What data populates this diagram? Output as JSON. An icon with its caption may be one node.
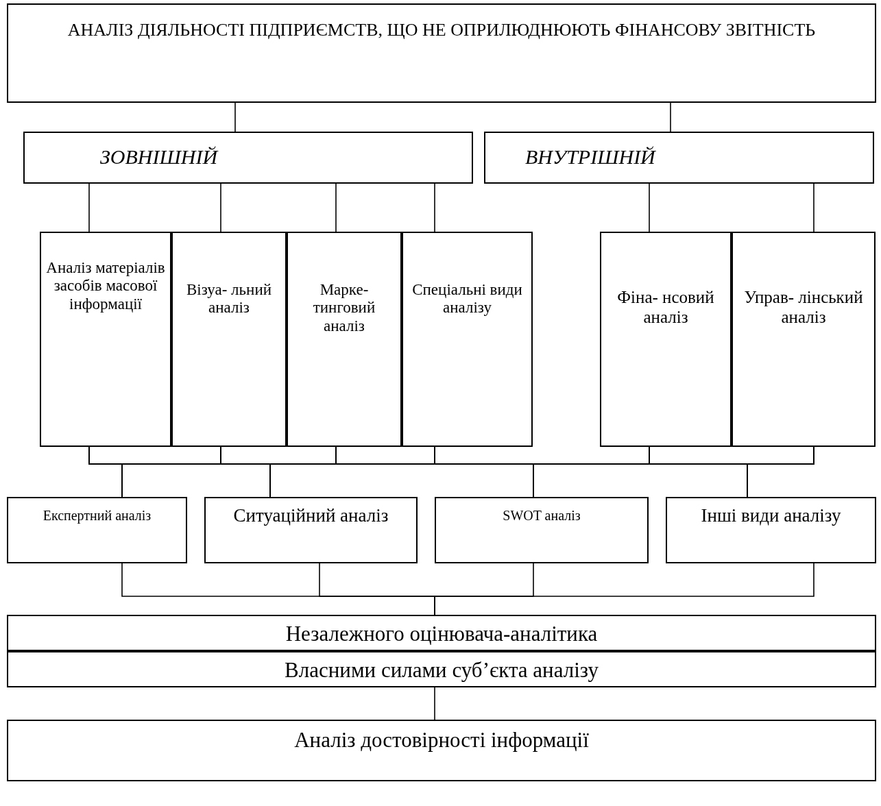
{
  "diagram": {
    "nodes": [
      {
        "text": [
          "АНАЛІЗ ДІЯЛЬНОСТІ ПІДПРИЄМСТВ, ЩО НЕ ОПРИЛЮДНЮЮТЬ ФІНАНСОВУ ЗВІТНІСТЬ"
        ]
      },
      {
        "text": [
          "ЗОВНІШНІЙ"
        ]
      },
      {
        "text": [
          "ВНУТРІШНІЙ"
        ]
      },
      {
        "text": [
          "Аналіз матеріалів засобів масової інформації"
        ]
      },
      {
        "text": [
          "Візуа- льний аналіз"
        ]
      },
      {
        "text": [
          "Марке- тинговий аналіз"
        ]
      },
      {
        "text": [
          "Спеціальні види аналізу"
        ]
      },
      {
        "text": [
          "Фіна- нсовий аналіз"
        ]
      },
      {
        "text": [
          "Управ- лінський аналіз"
        ]
      },
      {
        "text": [
          "Експертний аналіз"
        ]
      },
      {
        "text": [
          "Ситуаційний аналіз"
        ]
      },
      {
        "text": [
          "SWOT аналіз"
        ]
      },
      {
        "text": [
          "Інші види аналізу"
        ]
      },
      {
        "text": [
          "Незалежного оцінювача-аналітика"
        ]
      },
      {
        "text": [
          "Власними силами суб’єкта  аналізу"
        ]
      },
      {
        "text": [
          "Аналіз достовірності інформації"
        ]
      }
    ],
    "edges": [
      {
        "from": 0,
        "to": 1,
        "arrow": "none"
      },
      {
        "from": 0,
        "to": 2,
        "arrow": "none"
      },
      {
        "from": 1,
        "to": 3,
        "arrow": "none"
      },
      {
        "from": 1,
        "to": 4,
        "arrow": "none"
      },
      {
        "from": 1,
        "to": 5,
        "arrow": "none"
      },
      {
        "from": 1,
        "to": 6,
        "arrow": "none"
      },
      {
        "from": 2,
        "to": 7,
        "arrow": "none"
      },
      {
        "from": 2,
        "to": 8,
        "arrow": "none"
      },
      {
        "from": 3,
        "to": 9,
        "arrow": "none"
      },
      {
        "from": 3,
        "to": 10,
        "arrow": "none"
      },
      {
        "from": 3,
        "to": 11,
        "arrow": "none"
      },
      {
        "from": 3,
        "to": 12,
        "arrow": "none"
      },
      {
        "from": 4,
        "to": 9,
        "arrow": "none"
      },
      {
        "from": 4,
        "to": 10,
        "arrow": "none"
      },
      {
        "from": 4,
        "to": 11,
        "arrow": "none"
      },
      {
        "from": 4,
        "to": 12,
        "arrow": "none"
      },
      {
        "from": 5,
        "to": 9,
        "arrow": "none"
      },
      {
        "from": 5,
        "to": 10,
        "arrow": "none"
      },
      {
        "from": 5,
        "to": 11,
        "arrow": "none"
      },
      {
        "from": 5,
        "to": 12,
        "arrow": "none"
      },
      {
        "from": 6,
        "to": 9,
        "arrow": "none"
      },
      {
        "from": 6,
        "to": 10,
        "arrow": "none"
      },
      {
        "from": 6,
        "to": 11,
        "arrow": "none"
      },
      {
        "from": 6,
        "to": 12,
        "arrow": "none"
      },
      {
        "from": 7,
        "to": 9,
        "arrow": "none"
      },
      {
        "from": 7,
        "to": 10,
        "arrow": "none"
      },
      {
        "from": 7,
        "to": 11,
        "arrow": "none"
      },
      {
        "from": 7,
        "to": 12,
        "arrow": "none"
      },
      {
        "from": 8,
        "to": 9,
        "arrow": "none"
      },
      {
        "from": 8,
        "to": 10,
        "arrow": "none"
      },
      {
        "from": 8,
        "to": 11,
        "arrow": "none"
      },
      {
        "from": 8,
        "to": 12,
        "arrow": "none"
      },
      {
        "from": 9,
        "to": 13,
        "arrow": "none"
      },
      {
        "from": 10,
        "to": 13,
        "arrow": "none"
      },
      {
        "from": 11,
        "to": 13,
        "arrow": "none"
      },
      {
        "from": 12,
        "to": 13,
        "arrow": "none"
      },
      {
        "from": 14,
        "to": 15,
        "arrow": "none"
      }
    ]
  }
}
